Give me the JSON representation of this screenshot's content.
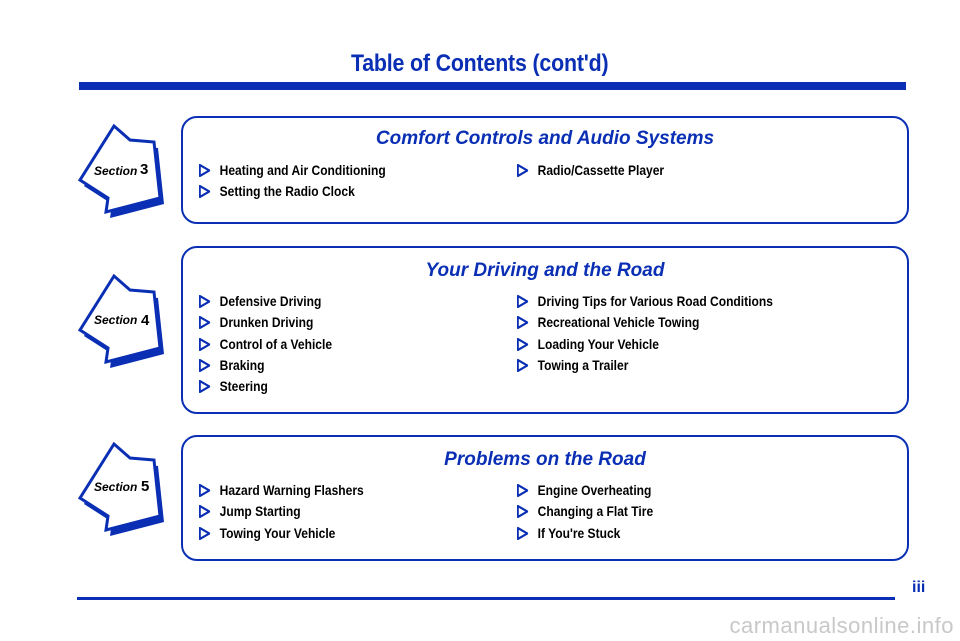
{
  "title": "Table of Contents (cont'd)",
  "colors": {
    "accent": "#0a2fb4",
    "text": "#000000"
  },
  "sections": [
    {
      "tab_label": "Section",
      "tab_number": "3",
      "heading": "Comfort Controls and Audio Systems",
      "left_items": [
        "Heating and Air Conditioning",
        "Setting the Radio Clock"
      ],
      "right_items": [
        "Radio/Cassette Player"
      ]
    },
    {
      "tab_label": "Section",
      "tab_number": "4",
      "heading": "Your Driving and the Road",
      "left_items": [
        "Defensive Driving",
        "Drunken Driving",
        "Control of a Vehicle",
        "Braking",
        "Steering"
      ],
      "right_items": [
        "Driving Tips for Various Road Conditions",
        "Recreational Vehicle Towing",
        "Loading Your Vehicle",
        "Towing a Trailer"
      ]
    },
    {
      "tab_label": "Section",
      "tab_number": "5",
      "heading": "Problems on the Road",
      "left_items": [
        "Hazard Warning Flashers",
        "Jump Starting",
        "Towing Your Vehicle"
      ],
      "right_items": [
        "Engine Overheating",
        "Changing a Flat Tire",
        "If You're Stuck"
      ]
    }
  ],
  "page_number": "iii",
  "footer_watermark": "carmanualsonline.info",
  "icons": {
    "bullet": "triangle-bullet-icon",
    "tab": "section-arrow-tab-icon"
  }
}
